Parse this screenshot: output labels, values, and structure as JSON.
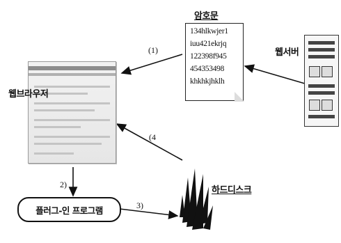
{
  "labels": {
    "ciphertext": "암호문",
    "web_server": "웹서버",
    "web_browser": "웹브라우저",
    "hard_disk": "하드디스크",
    "plugin_program": "플러그-인 프로그램"
  },
  "document_lines": [
    "134hlkwjer1",
    "iuu421ekrjq",
    "122398f945",
    "454353498",
    "khkhkjhklh"
  ],
  "steps": {
    "s1": "1",
    "s2": "2",
    "s3": "3",
    "s4": "4"
  },
  "icons": [
    "web-browser-screenshot",
    "document-icon",
    "server-icon",
    "hard-disk-shards-icon"
  ]
}
